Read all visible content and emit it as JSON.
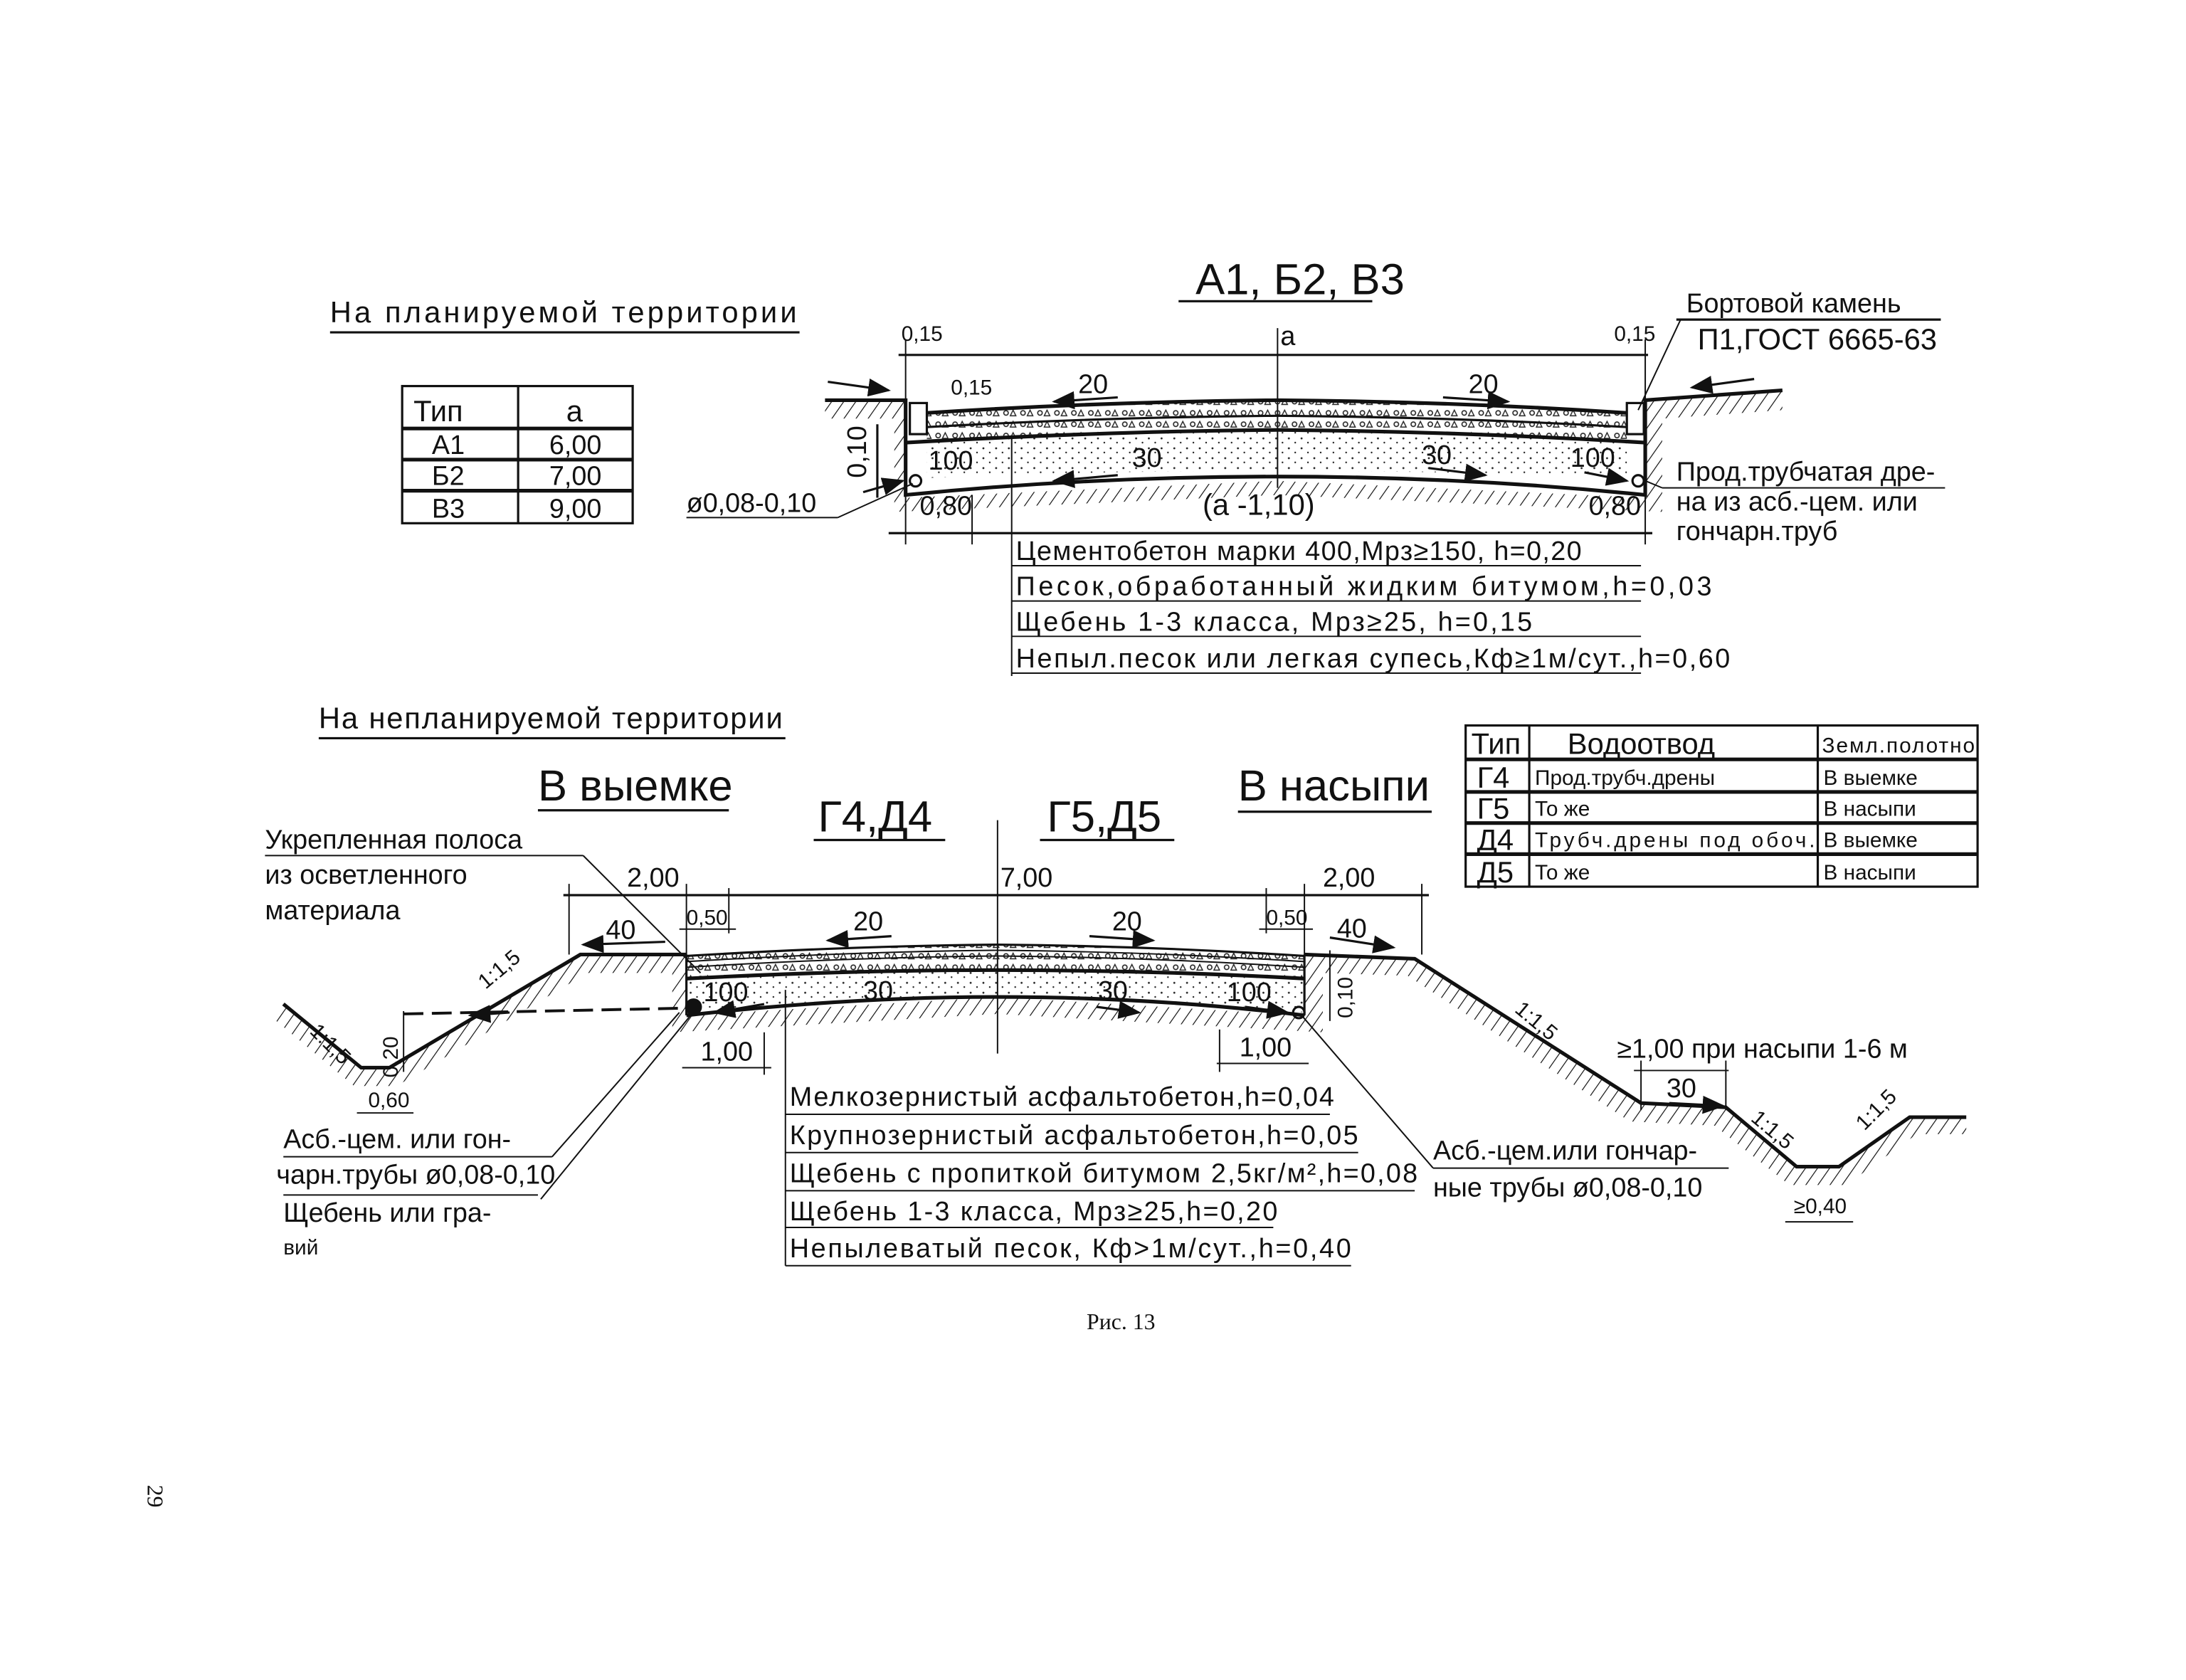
{
  "page_number": "29",
  "caption": "Рис. 13",
  "planned": {
    "heading": "На планируемой территории",
    "title": "А1, Б2, В3",
    "type_table": {
      "headers": [
        "Тип",
        "а"
      ],
      "rows": [
        [
          "А1",
          "6,00"
        ],
        [
          "Б2",
          "7,00"
        ],
        [
          "В3",
          "9,00"
        ]
      ]
    },
    "curb_label": [
      "Бортовой камень",
      "П1,ГОСТ 6665-63"
    ],
    "drain_label": [
      "Прод.трубчатая дре-",
      "на из асб.-цем. или",
      "гончарн.труб"
    ],
    "pipe_dia": "ø0,08-0,10",
    "dims": {
      "a": "а",
      "curb_left": "0,15",
      "curb_right": "0,15",
      "inner": "0,15",
      "slope_left": "20",
      "slope_right": "20",
      "base_left_edge": "100",
      "base_left": "30",
      "base_right": "30",
      "base_right_edge": "100",
      "depth": "0,10",
      "edge_left": "0,80",
      "edge_right": "0,80",
      "base_width": "(а -1,10)"
    },
    "layers": [
      "Цементобетон марки 400,Мрз≥150, h=0,20",
      "Песок,обработанный жидким битумом,h=0,03",
      "Щебень 1-3 класса, Мрз≥25, h=0,15",
      "Непыл.песок или легкая супесь,Кф≥1м/сут.,h=0,60"
    ]
  },
  "unplanned": {
    "heading": "На непланируемой территории",
    "cut_title": "В выемке",
    "fill_title": "В насыпи",
    "title_left": "Г4,Д4",
    "title_right": "Г5,Д5",
    "strip_label": [
      "Укрепленная полоса",
      "из осветленного",
      "материала"
    ],
    "type_table": {
      "headers": [
        "Тип",
        "Водоотвод",
        "Земл.полотно"
      ],
      "rows": [
        [
          "Г4",
          "Прод.трубч.дрены",
          "В выемке"
        ],
        [
          "Г5",
          "То же",
          "В насыпи"
        ],
        [
          "Д4",
          "Трубч.дрены под обоч.",
          "В выемке"
        ],
        [
          "Д5",
          "То же",
          "В насыпи"
        ]
      ]
    },
    "dims": {
      "shoulder_left": "2,00",
      "carriageway": "7,00",
      "shoulder_right": "2,00",
      "strip_left": "0,50",
      "strip_right": "0,50",
      "shoulder_slope_left": "40",
      "shoulder_slope_right": "40",
      "slope_left": "20",
      "slope_right": "20",
      "base_left_edge": "100",
      "base_left": "30",
      "base_right": "30",
      "base_right_edge": "100",
      "drain_left": "1,00",
      "drain_right": "1,00",
      "depth": "0,10",
      "ditch_depth": "0,20",
      "ditch_bottom": "0,60",
      "slope_ratio_1": "1:1,5",
      "slope_ratio_2": "1:1,5",
      "slope_ratio_3": "1:1,5",
      "slope_ratio_4": "1:1,5",
      "slope_ratio_5": "1:1,5",
      "berm_note": "≥1,00 при насыпи 1-6 м",
      "berm_slope": "30",
      "ditch_min": "≥0,40"
    },
    "left_notes": [
      "Асб.-цем. или гон-",
      "чарн.трубы ø0,08-0,10",
      "Щебень или гра-",
      "вий"
    ],
    "right_notes": [
      "Асб.-цем.или гончар-",
      "ные трубы ø0,08-0,10"
    ],
    "layers": [
      "Мелкозернистый асфальтобетон,h=0,04",
      "Крупнозернистый асфальтобетон,h=0,05",
      "Щебень с пропиткой битумом 2,5кг/м²,h=0,08",
      "Щебень 1-3 класса, Мрз≥25,h=0,20",
      "Непылеватый песок, Кф>1м/сут.,h=0,40"
    ]
  }
}
